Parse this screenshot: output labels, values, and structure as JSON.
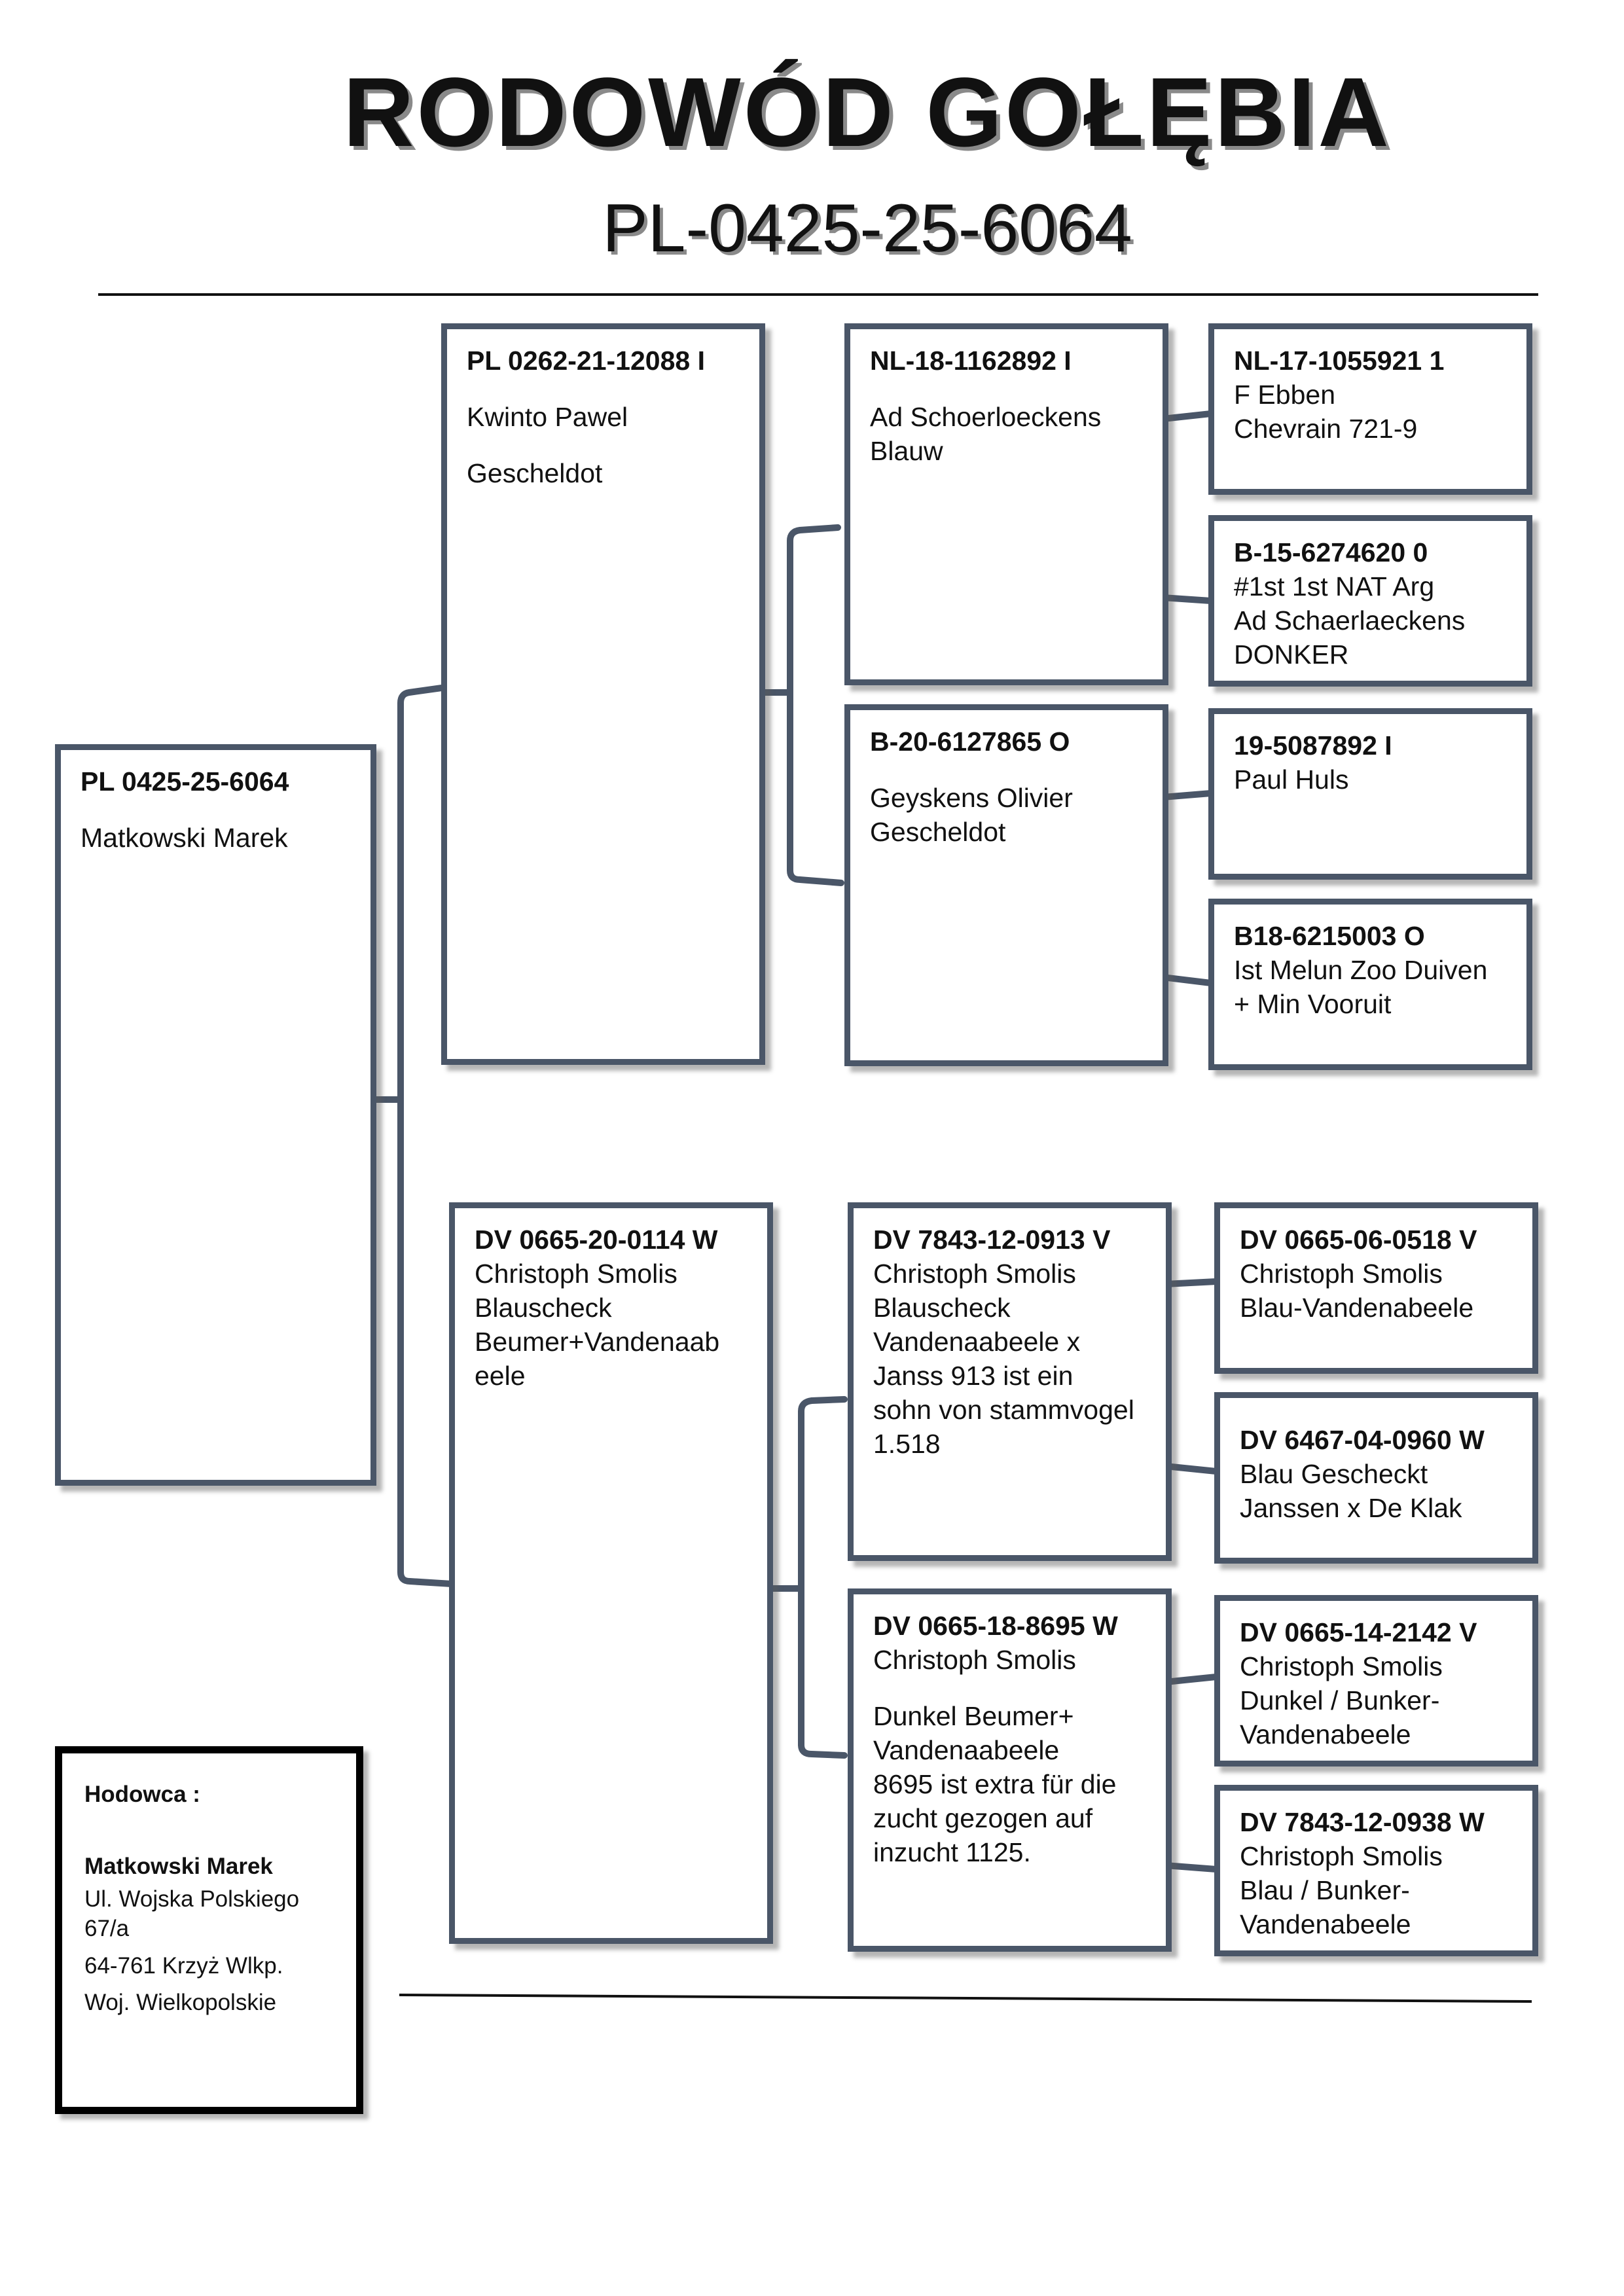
{
  "header": {
    "title": "RODOWÓD GOŁĘBIA",
    "ring": "PL-0425-25-6064"
  },
  "subject": {
    "ring": "PL 0425-25-6064",
    "lines": [
      "Matkowski Marek"
    ]
  },
  "sire": {
    "ring": "PL 0262-21-12088 I",
    "lines": [
      "Kwinto Pawel",
      "Gescheldot"
    ]
  },
  "dam": {
    "ring": "DV 0665-20-0114 W",
    "lines": [
      "Christoph Smolis",
      "Blauscheck",
      "Beumer+Vandenaab",
      "eele"
    ]
  },
  "sire_sire": {
    "ring": "NL-18-1162892 I",
    "lines": [
      "Ad Schoerloeckens",
      "Blauw"
    ]
  },
  "sire_dam": {
    "ring": "B-20-6127865 O",
    "lines": [
      "Geyskens Olivier",
      "Gescheldot"
    ]
  },
  "dam_sire": {
    "ring": "DV 7843-12-0913 V",
    "lines": [
      "Christoph Smolis",
      "Blauscheck",
      "Vandenaabeele x",
      "Janss 913 ist ein",
      "sohn von stammvogel",
      "1.518"
    ]
  },
  "dam_dam": {
    "ring": "DV 0665-18-8695 W",
    "lines": [
      "Christoph Smolis",
      "Dunkel Beumer+",
      "Vandenaabeele",
      "8695 ist extra für die",
      "zucht gezogen auf",
      "inzucht 1125."
    ]
  },
  "gg1": {
    "ring": "NL-17-1055921 1",
    "lines": [
      "F Ebben",
      "Chevrain 721-9"
    ]
  },
  "gg2": {
    "ring": "B-15-6274620 0",
    "lines": [
      "#1st 1st NAT Arg",
      "Ad Schaerlaeckens",
      "DONKER"
    ]
  },
  "gg3": {
    "ring": "19-5087892 I",
    "lines": [
      "Paul Huls"
    ]
  },
  "gg4": {
    "ring": "B18-6215003 O",
    "lines": [
      "Ist Melun Zoo Duiven",
      "+ Min Vooruit"
    ]
  },
  "gg5": {
    "ring": "DV 0665-06-0518 V",
    "lines": [
      "Christoph Smolis",
      "Blau-Vandenabeele"
    ]
  },
  "gg6": {
    "ring": "DV 6467-04-0960 W",
    "lines": [
      "Blau Gescheckt",
      "Janssen x De Klak"
    ]
  },
  "gg7": {
    "ring": "DV 0665-14-2142 V",
    "lines": [
      "Christoph Smolis",
      "Dunkel / Bunker-",
      "Vandenabeele"
    ]
  },
  "gg8": {
    "ring": "DV 7843-12-0938 W",
    "lines": [
      "Christoph Smolis",
      "Blau / Bunker-",
      "Vandenabeele"
    ]
  },
  "breeder": {
    "label": "Hodowca :",
    "name": "Matkowski Marek",
    "street": "Ul. Wojska Polskiego",
    "number": "67/a",
    "city": "64-761 Krzyż Wlkp.",
    "region": "Woj. Wielkopolskie"
  },
  "colors": {
    "box_border": "#4a5668",
    "breeder_border": "#000000"
  }
}
